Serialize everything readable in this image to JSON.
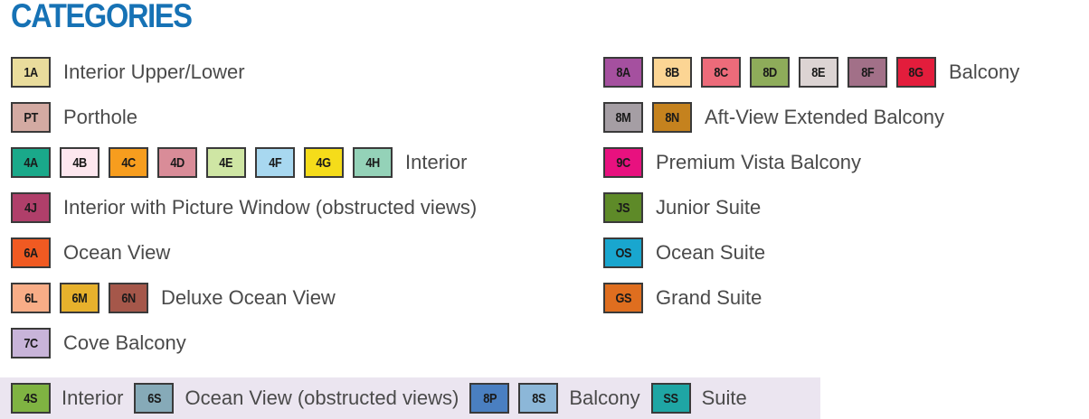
{
  "title": "CATEGORIES",
  "left_rows": [
    {
      "chips": [
        {
          "code": "1A",
          "color": "#e9dc9c"
        }
      ],
      "label": "Interior Upper/Lower"
    },
    {
      "chips": [
        {
          "code": "PT",
          "color": "#d3aaa2"
        }
      ],
      "label": "Porthole"
    },
    {
      "chips": [
        {
          "code": "4A",
          "color": "#1aa98a"
        },
        {
          "code": "4B",
          "color": "#fde7ef"
        },
        {
          "code": "4C",
          "color": "#f79d1e"
        },
        {
          "code": "4D",
          "color": "#d98c98"
        },
        {
          "code": "4E",
          "color": "#cfe6a4"
        },
        {
          "code": "4F",
          "color": "#a8d8f0"
        },
        {
          "code": "4G",
          "color": "#f5dc1a"
        },
        {
          "code": "4H",
          "color": "#94d2b8"
        }
      ],
      "label": "Interior"
    },
    {
      "chips": [
        {
          "code": "4J",
          "color": "#b03f6a"
        }
      ],
      "label": "Interior with Picture Window (obstructed views)"
    },
    {
      "chips": [
        {
          "code": "6A",
          "color": "#f05a22"
        }
      ],
      "label": "Ocean View"
    },
    {
      "chips": [
        {
          "code": "6L",
          "color": "#f8ad87"
        },
        {
          "code": "6M",
          "color": "#e7b12c"
        },
        {
          "code": "6N",
          "color": "#a5574a"
        }
      ],
      "label": "Deluxe Ocean View"
    },
    {
      "chips": [
        {
          "code": "7C",
          "color": "#c8b4d9"
        }
      ],
      "label": "Cove Balcony"
    }
  ],
  "right_rows": [
    {
      "chips": [
        {
          "code": "8A",
          "color": "#a5509f"
        },
        {
          "code": "8B",
          "color": "#fcd594"
        },
        {
          "code": "8C",
          "color": "#ec6b7a"
        },
        {
          "code": "8D",
          "color": "#8eac5a"
        },
        {
          "code": "8E",
          "color": "#dcd4d3"
        },
        {
          "code": "8F",
          "color": "#a27088"
        },
        {
          "code": "8G",
          "color": "#e31d3c"
        }
      ],
      "label": "Balcony"
    },
    {
      "chips": [
        {
          "code": "8M",
          "color": "#a59ea4"
        },
        {
          "code": "8N",
          "color": "#c5821e"
        }
      ],
      "label": "Aft-View Extended Balcony"
    },
    {
      "chips": [
        {
          "code": "9C",
          "color": "#e8117f"
        }
      ],
      "label": "Premium Vista Balcony"
    },
    {
      "chips": [
        {
          "code": "JS",
          "color": "#5e8a28"
        }
      ],
      "label": "Junior Suite"
    },
    {
      "chips": [
        {
          "code": "OS",
          "color": "#19a6cf"
        }
      ],
      "label": "Ocean Suite"
    },
    {
      "chips": [
        {
          "code": "GS",
          "color": "#df6e1f"
        }
      ],
      "label": "Grand Suite"
    }
  ],
  "bottom_row": [
    {
      "type": "chip",
      "code": "4S",
      "color": "#7fb342"
    },
    {
      "type": "label",
      "text": "Interior"
    },
    {
      "type": "chip",
      "code": "6S",
      "color": "#86aab8"
    },
    {
      "type": "label",
      "text": "Ocean View (obstructed views)"
    },
    {
      "type": "chip",
      "code": "8P",
      "color": "#4a7fc1"
    },
    {
      "type": "chip",
      "code": "8S",
      "color": "#8cb7d8"
    },
    {
      "type": "label",
      "text": "Balcony"
    },
    {
      "type": "chip",
      "code": "SS",
      "color": "#1fa6a4"
    },
    {
      "type": "label",
      "text": "Suite"
    }
  ]
}
